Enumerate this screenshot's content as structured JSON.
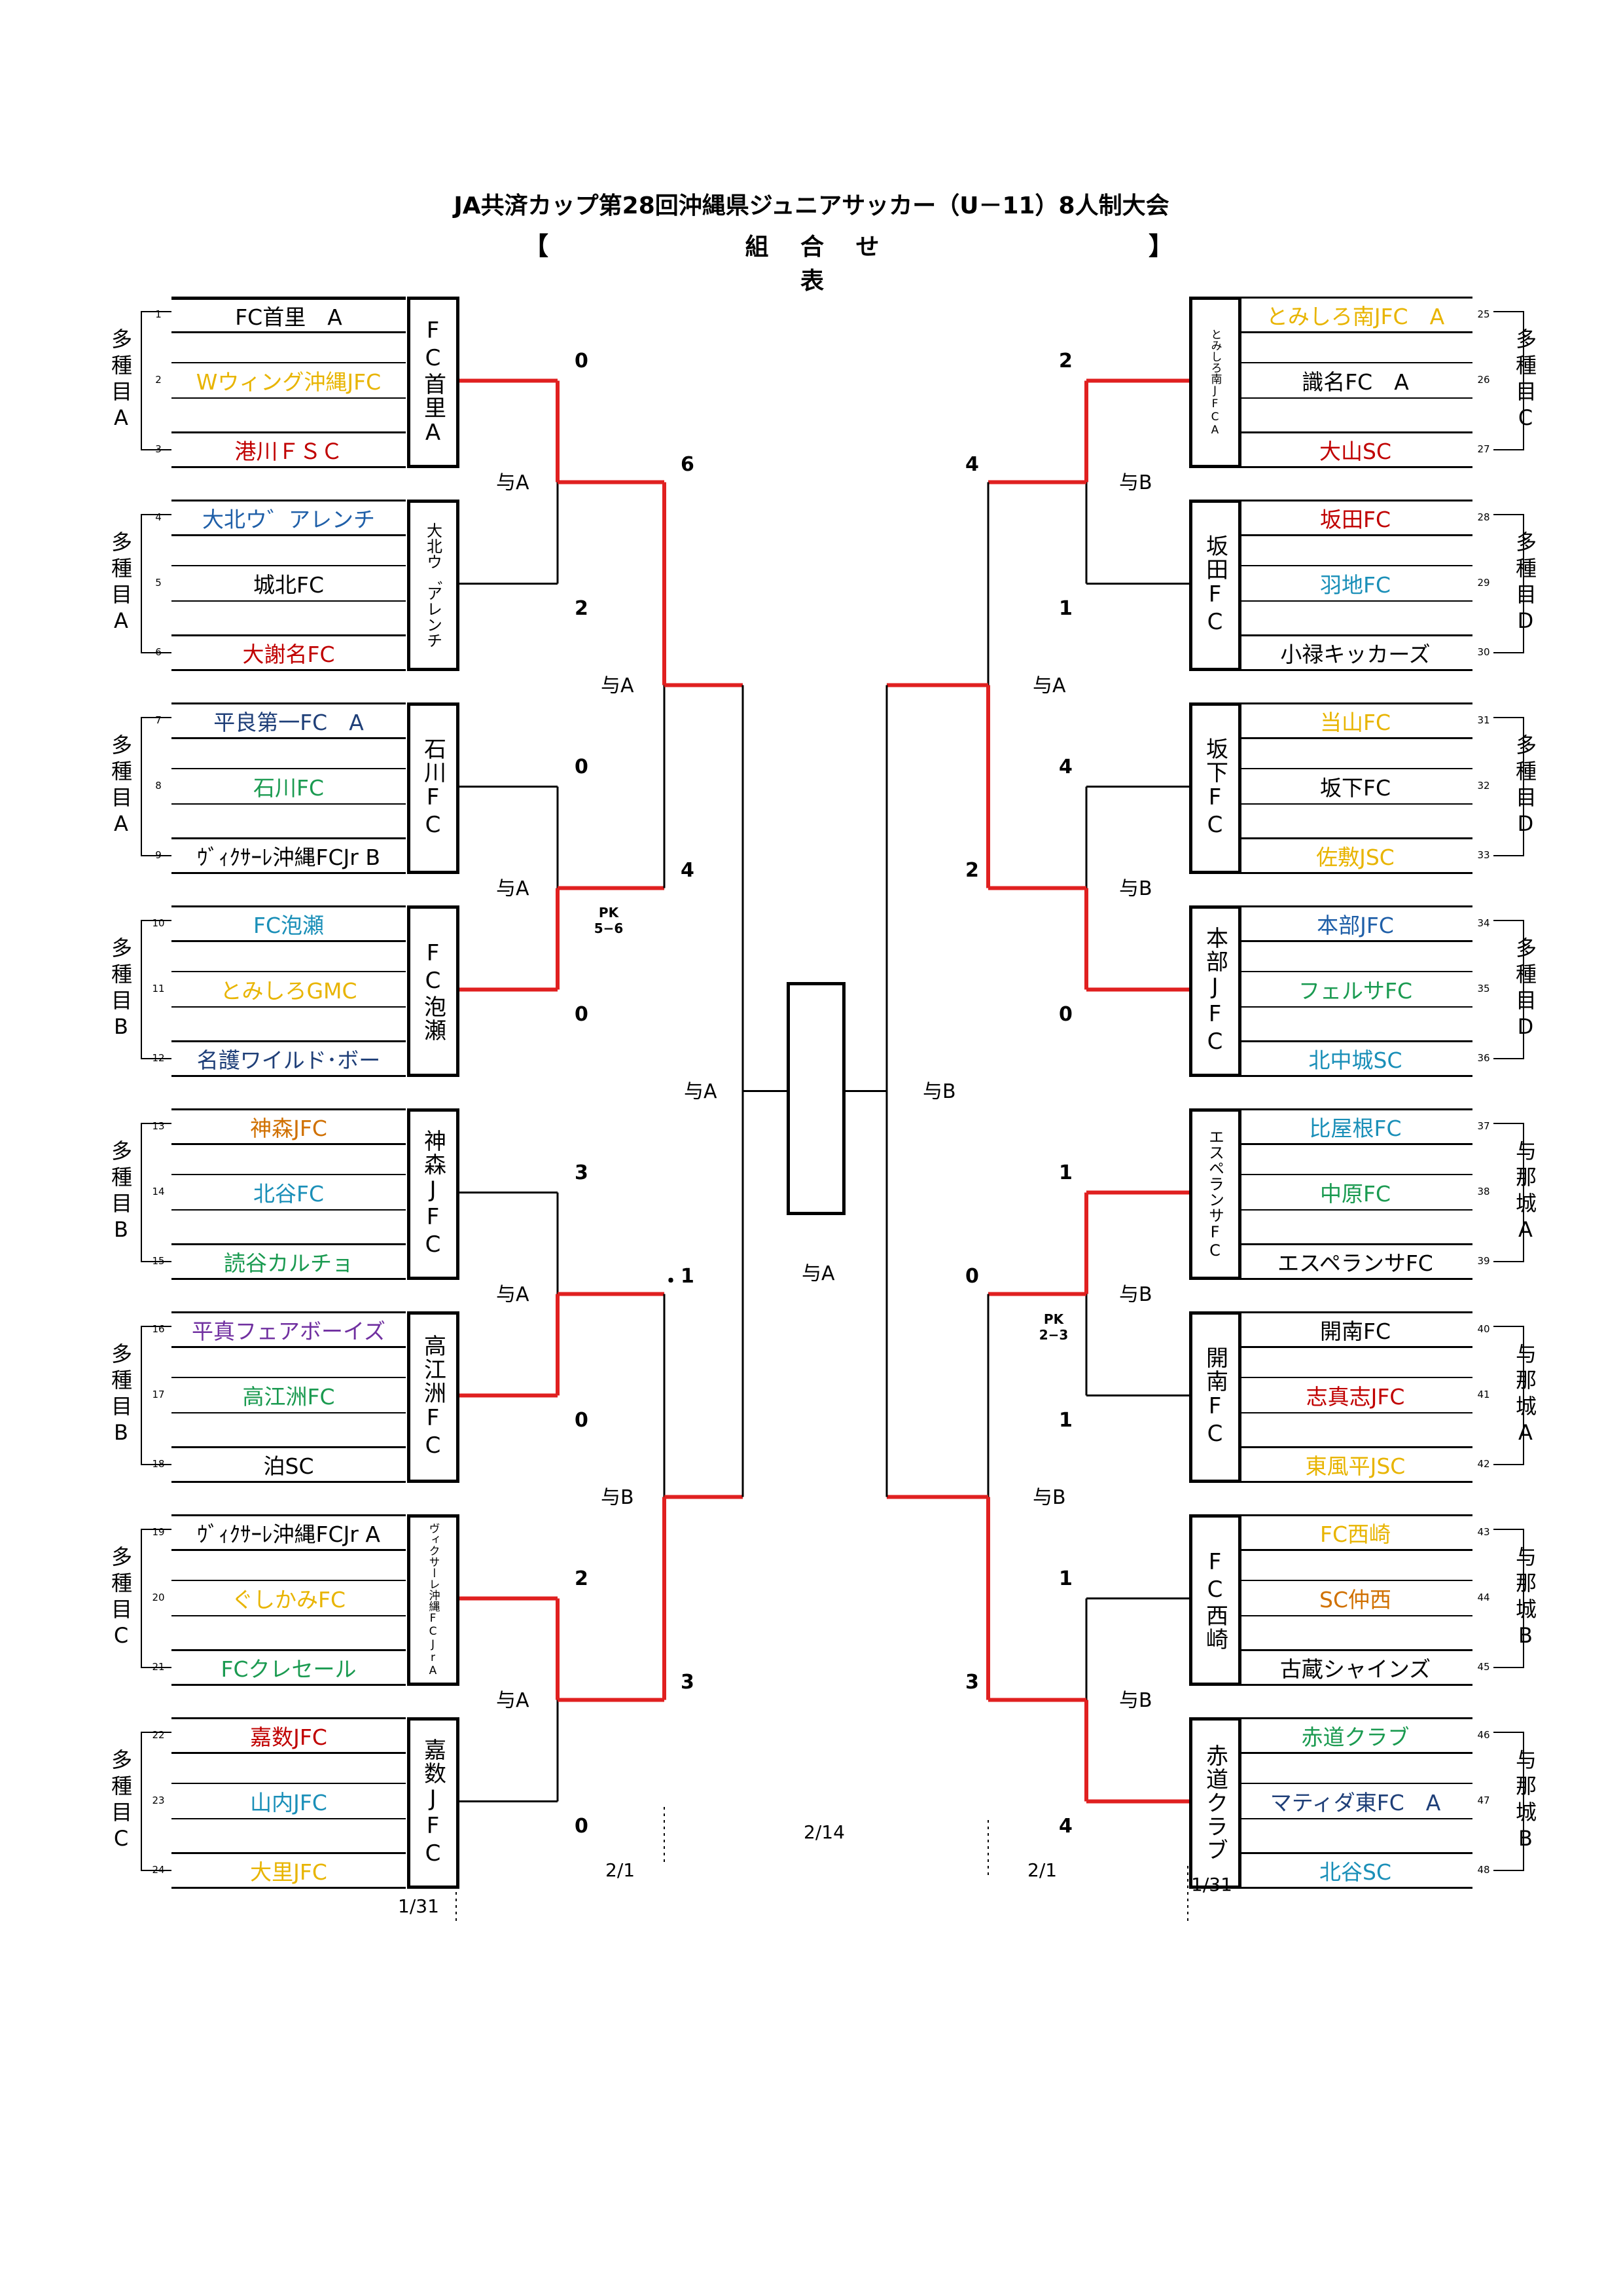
{
  "title": "JA共済カップ第28回沖縄県ジュニアサッカー（U－11）8人制大会",
  "subtitle": "組 合 せ 表",
  "bracket_open": "【",
  "bracket_close": "】",
  "left_groups": [
    {
      "pool": "多種目A",
      "winner": "FC首里A",
      "teams": [
        {
          "n": "1",
          "name": "FC首里　A",
          "color": "#000000"
        },
        {
          "n": "2",
          "name": "Wウィング沖縄JFC",
          "color": "#e8b400"
        },
        {
          "n": "3",
          "name": "港川ＦＳＣ",
          "color": "#c00000"
        }
      ]
    },
    {
      "pool": "多種目A",
      "winner": "大北ウ゛アレンチ",
      "teams": [
        {
          "n": "4",
          "name": "大北ウ゛アレンチ",
          "color": "#1f5fa8"
        },
        {
          "n": "5",
          "name": "城北FC",
          "color": "#000000"
        },
        {
          "n": "6",
          "name": "大謝名FC",
          "color": "#c00000"
        }
      ]
    },
    {
      "pool": "多種目A",
      "winner": "石川FC",
      "teams": [
        {
          "n": "7",
          "name": "平良第一FC　A",
          "color": "#1f3f78"
        },
        {
          "n": "8",
          "name": "石川FC",
          "color": "#1a9a50"
        },
        {
          "n": "9",
          "name": "ｳﾞｨｸｻｰﾚ沖縄FCJr B",
          "color": "#000000"
        }
      ]
    },
    {
      "pool": "多種目B",
      "winner": "FC泡瀬",
      "teams": [
        {
          "n": "10",
          "name": "FC泡瀬",
          "color": "#1a8fb8"
        },
        {
          "n": "11",
          "name": "とみしろGMC",
          "color": "#e8b400"
        },
        {
          "n": "12",
          "name": "名護ワイルド･ボー",
          "color": "#1f3f78"
        }
      ]
    },
    {
      "pool": "多種目B",
      "winner": "神森JFC",
      "teams": [
        {
          "n": "13",
          "name": "神森JFC",
          "color": "#d07000"
        },
        {
          "n": "14",
          "name": "北谷FC",
          "color": "#1a8fb8"
        },
        {
          "n": "15",
          "name": "読谷カルチョ",
          "color": "#1a9a50"
        }
      ]
    },
    {
      "pool": "多種目B",
      "winner": "高江洲FC",
      "teams": [
        {
          "n": "16",
          "name": "平真フェアボーイズ",
          "color": "#7030a0"
        },
        {
          "n": "17",
          "name": "高江洲FC",
          "color": "#1a9a50"
        },
        {
          "n": "18",
          "name": "泊SC",
          "color": "#000000"
        }
      ]
    },
    {
      "pool": "多種目C",
      "winner": "ヴィクサーレ沖縄FCJrA",
      "teams": [
        {
          "n": "19",
          "name": "ｳﾞｨｸｻｰﾚ沖縄FCJr A",
          "color": "#000000"
        },
        {
          "n": "20",
          "name": "ぐしかみFC",
          "color": "#e8b400"
        },
        {
          "n": "21",
          "name": "FCクレセール",
          "color": "#1a9a50"
        }
      ]
    },
    {
      "pool": "多種目C",
      "winner": "嘉数JFC",
      "teams": [
        {
          "n": "22",
          "name": "嘉数JFC",
          "color": "#c00000"
        },
        {
          "n": "23",
          "name": "山内JFC",
          "color": "#1a8fb8"
        },
        {
          "n": "24",
          "name": "大里JFC",
          "color": "#e8b400"
        }
      ]
    }
  ],
  "right_groups": [
    {
      "pool": "多種目C",
      "winner": "とみしろ南JFCA",
      "teams": [
        {
          "n": "25",
          "name": "とみしろ南JFC　A",
          "color": "#e8b400"
        },
        {
          "n": "26",
          "name": "識名FC　A",
          "color": "#000000"
        },
        {
          "n": "27",
          "name": "大山SC",
          "color": "#c00000"
        }
      ]
    },
    {
      "pool": "多種目D",
      "winner": "坂田FC",
      "teams": [
        {
          "n": "28",
          "name": "坂田FC",
          "color": "#c00000"
        },
        {
          "n": "29",
          "name": "羽地FC",
          "color": "#1a8fb8"
        },
        {
          "n": "30",
          "name": "小禄キッカーズ",
          "color": "#000000"
        }
      ]
    },
    {
      "pool": "多種目D",
      "winner": "坂下FC",
      "teams": [
        {
          "n": "31",
          "name": "当山FC",
          "color": "#e8b400"
        },
        {
          "n": "32",
          "name": "坂下FC",
          "color": "#000000"
        },
        {
          "n": "33",
          "name": "佐敷JSC",
          "color": "#e8b400"
        }
      ]
    },
    {
      "pool": "多種目D",
      "winner": "本部JFC",
      "teams": [
        {
          "n": "34",
          "name": "本部JFC",
          "color": "#1f5fa8"
        },
        {
          "n": "35",
          "name": "フェルサFC",
          "color": "#1a9a50"
        },
        {
          "n": "36",
          "name": "北中城SC",
          "color": "#1a8fb8"
        }
      ]
    },
    {
      "pool": "与那城A",
      "winner": "エスペランサFC",
      "teams": [
        {
          "n": "37",
          "name": "比屋根FC",
          "color": "#1a8fb8"
        },
        {
          "n": "38",
          "name": "中原FC",
          "color": "#1a9a50"
        },
        {
          "n": "39",
          "name": "エスペランサFC",
          "color": "#000000"
        }
      ]
    },
    {
      "pool": "与那城A",
      "winner": "開南FC",
      "teams": [
        {
          "n": "40",
          "name": "開南FC",
          "color": "#000000"
        },
        {
          "n": "41",
          "name": "志真志JFC",
          "color": "#c00000"
        },
        {
          "n": "42",
          "name": "東風平JSC",
          "color": "#e8b400"
        }
      ]
    },
    {
      "pool": "与那城B",
      "winner": "FC西崎",
      "teams": [
        {
          "n": "43",
          "name": "FC西崎",
          "color": "#e8b400"
        },
        {
          "n": "44",
          "name": "SC仲西",
          "color": "#d07000"
        },
        {
          "n": "45",
          "name": "古蔵シャインズ",
          "color": "#000000"
        }
      ]
    },
    {
      "pool": "与那城B",
      "winner": "赤道クラブ",
      "teams": [
        {
          "n": "46",
          "name": "赤道クラブ",
          "color": "#1a9a50"
        },
        {
          "n": "47",
          "name": "マティダ東FC　A",
          "color": "#1f3f78"
        },
        {
          "n": "48",
          "name": "北谷SC",
          "color": "#1a8fb8"
        }
      ]
    }
  ],
  "left_r1_scores": [
    "0",
    "2",
    "0",
    "0",
    "3",
    "0",
    "2",
    "0"
  ],
  "right_r1_scores": [
    "2",
    "1",
    "4",
    "0",
    "1",
    "1",
    "1",
    "4"
  ],
  "left_r2_scores": [
    "6",
    "4",
    "1",
    "3"
  ],
  "right_r2_scores": [
    "4",
    "2",
    "0",
    "3"
  ],
  "left_r1_venues": [
    "与A",
    "与A",
    "与A",
    "与A"
  ],
  "right_r1_venues": [
    "与B",
    "与B",
    "与B",
    "与B"
  ],
  "left_r2_venues": [
    "与A",
    "与B"
  ],
  "right_r2_venues": [
    "与A",
    "与B"
  ],
  "semi_left_venue": "与A",
  "semi_right_venue": "与B",
  "final_venue": "与A",
  "pk_left": "PK\n5−6",
  "pk_right": "PK\n2−3",
  "dot": "・",
  "dates": {
    "left_r1": "1/31",
    "left_r2": "2/1",
    "final": "2/14",
    "right_r2": "2/1",
    "right_r1": "1/31"
  },
  "colors": {
    "winner_line": "#e02020",
    "bracket_line": "#000000"
  }
}
